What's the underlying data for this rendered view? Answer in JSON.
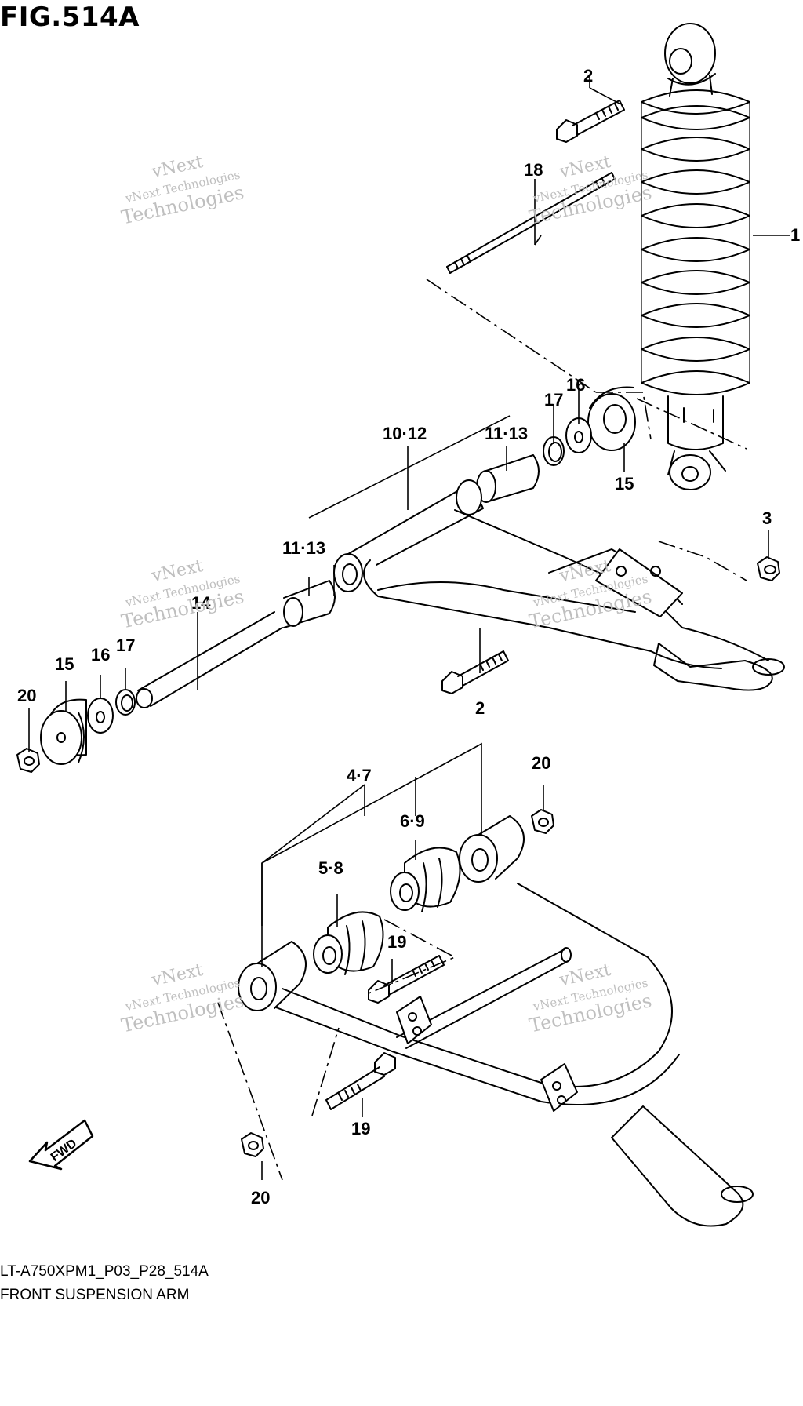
{
  "figure": {
    "title": "FIG.514A",
    "code": "LT-A750XPM1_P03_P28_514A",
    "description": "FRONT SUSPENSION ARM",
    "direction_badge": "FWD"
  },
  "watermark": {
    "line1": "vNext",
    "line2": "vNext Technologies",
    "line3": "Technologies"
  },
  "callouts": {
    "c1": "1",
    "c2_top": "2",
    "c2_bottom": "2",
    "c3": "3",
    "c4_7": "4·7",
    "c5_8": "5·8",
    "c6_9": "6·9",
    "c10_12": "10·12",
    "c11_13_upper": "11·13",
    "c11_13_lower": "11·13",
    "c14": "14",
    "c15_right": "15",
    "c15_left": "15",
    "c16_right": "16",
    "c16_left": "16",
    "c17_right": "17",
    "c17_left": "17",
    "c18": "18",
    "c19_upper": "19",
    "c19_lower": "19",
    "c20_left": "20",
    "c20_right": "20",
    "c20_bottom": "20"
  },
  "colors": {
    "ink": "#000000",
    "paper": "#ffffff",
    "watermark": "#bfbfbf"
  }
}
